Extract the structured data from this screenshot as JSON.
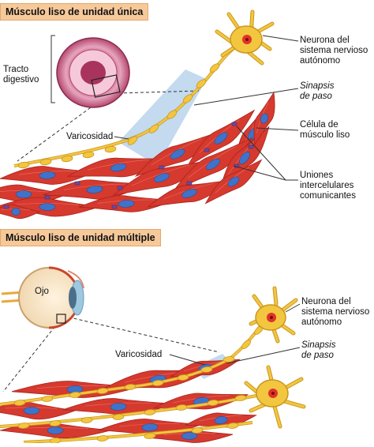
{
  "top_panel": {
    "title": "Músculo liso de unidad única",
    "labels": {
      "tracto_1": "Tracto",
      "tracto_2": "digestivo",
      "neurona_1": "Neurona del",
      "neurona_2": "sistema nervioso",
      "neurona_3": "autónomo",
      "sinapsis_1": "Sinapsis",
      "sinapsis_2": "de paso",
      "varicosidad": "Varicosidad",
      "celula_1": "Célula de",
      "celula_2": "músculo liso",
      "uniones_1": "Uniones",
      "uniones_2": "intercelulares",
      "uniones_3": "comunicantes"
    }
  },
  "bottom_panel": {
    "title": "Músculo liso de unidad múltiple",
    "labels": {
      "ojo": "Ojo",
      "neurona_1": "Neurona del",
      "neurona_2": "sistema nervioso",
      "neurona_3": "autónomo",
      "sinapsis_1": "Sinapsis",
      "sinapsis_2": "de paso",
      "varicosidad": "Varicosidad"
    }
  },
  "colors": {
    "muscle": "#d6392e",
    "muscle_dark": "#a8241c",
    "nucleus": "#3f73c9",
    "nerve": "#f3c640",
    "nerve_outline": "#c9961c",
    "neuron_nucleus": "#e0322a",
    "synapse_zone": "#b8d4ec",
    "title_bg": "#f6c99a",
    "gap_junction": "#6a4aa0"
  }
}
